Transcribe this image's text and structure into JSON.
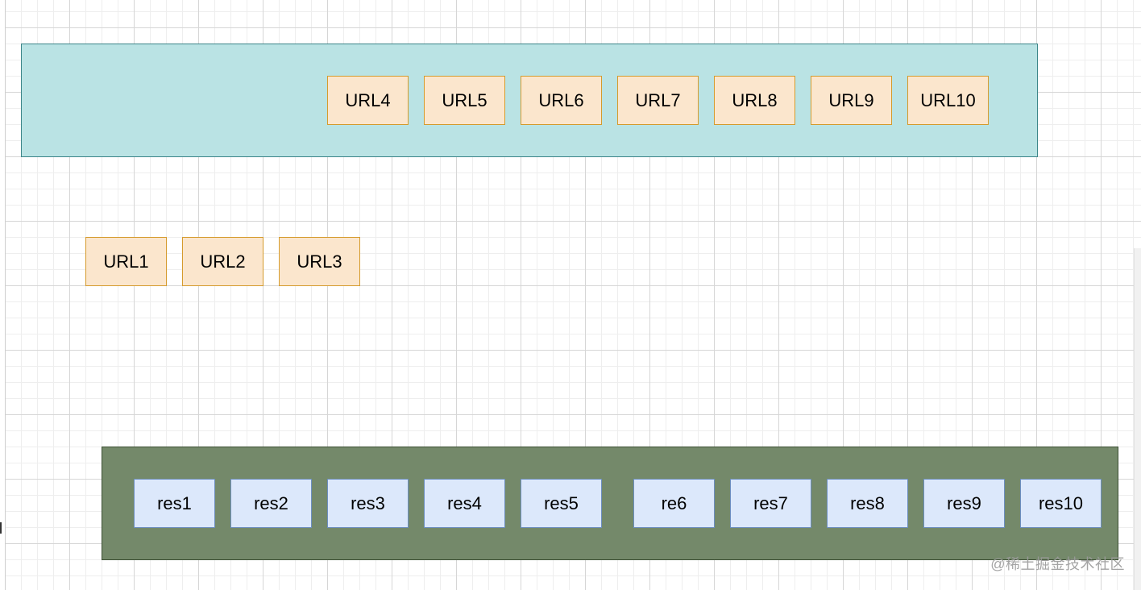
{
  "queue": {
    "items": [
      "URL4",
      "URL5",
      "URL6",
      "URL7",
      "URL8",
      "URL9",
      "URL10"
    ]
  },
  "pending": {
    "items": [
      "URL1",
      "URL2",
      "URL3"
    ]
  },
  "results": {
    "items": [
      "res1",
      "res2",
      "res3",
      "res4",
      "res5",
      "re6",
      "res7",
      "res8",
      "res9",
      "res10"
    ]
  },
  "watermark": "@稀土掘金技术社区",
  "colors": {
    "queue_fill": "#bae3e4",
    "queue_border": "#3b8588",
    "results_fill": "#74896a",
    "results_border": "#3c5033",
    "url_fill": "#fbe6cd",
    "url_border": "#d59b2d",
    "res_fill": "#dce8fb",
    "res_border": "#6c8ebf"
  }
}
